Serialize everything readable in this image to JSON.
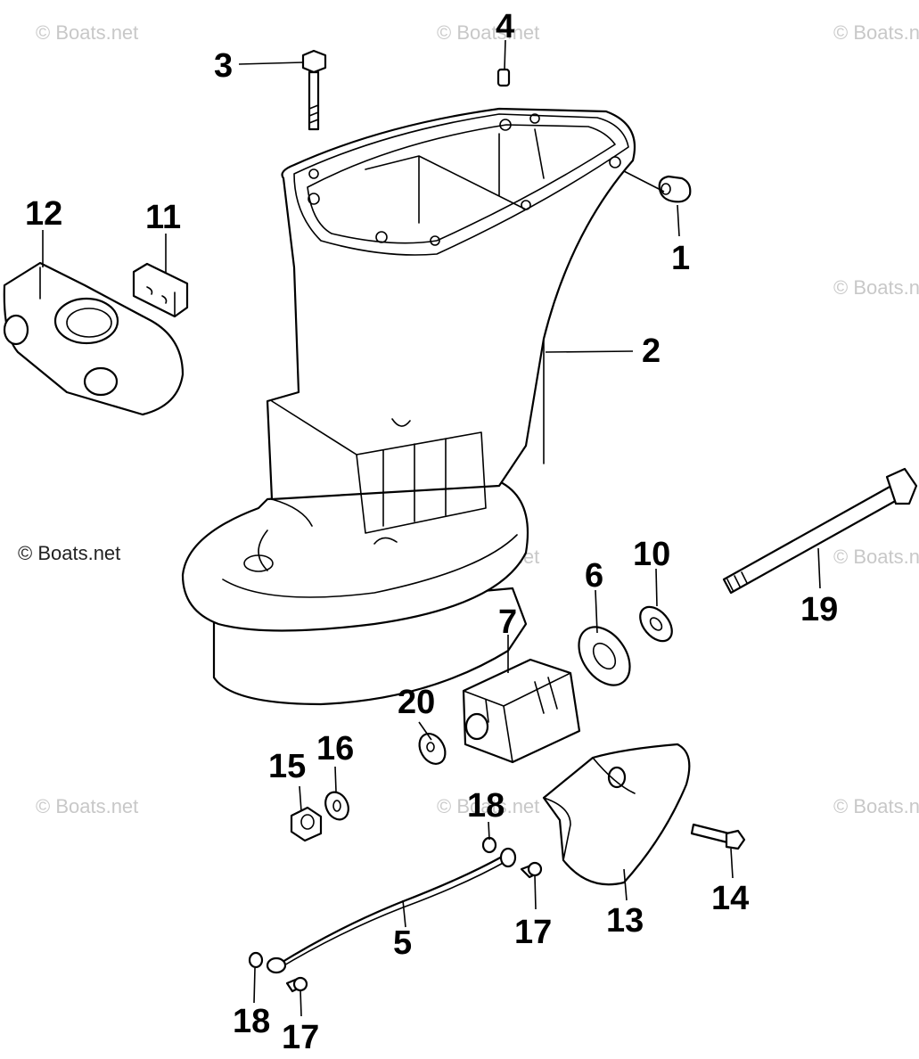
{
  "watermark": {
    "text": "© Boats.net"
  },
  "callouts": {
    "c1": "1",
    "c2": "2",
    "c3": "3",
    "c4": "4",
    "c5": "5",
    "c6": "6",
    "c7": "7",
    "c10": "10",
    "c11": "11",
    "c12": "12",
    "c13": "13",
    "c14": "14",
    "c15": "15",
    "c16": "16",
    "c17a": "17",
    "c17b": "17",
    "c18a": "18",
    "c18b": "18",
    "c19": "19",
    "c20": "20"
  }
}
